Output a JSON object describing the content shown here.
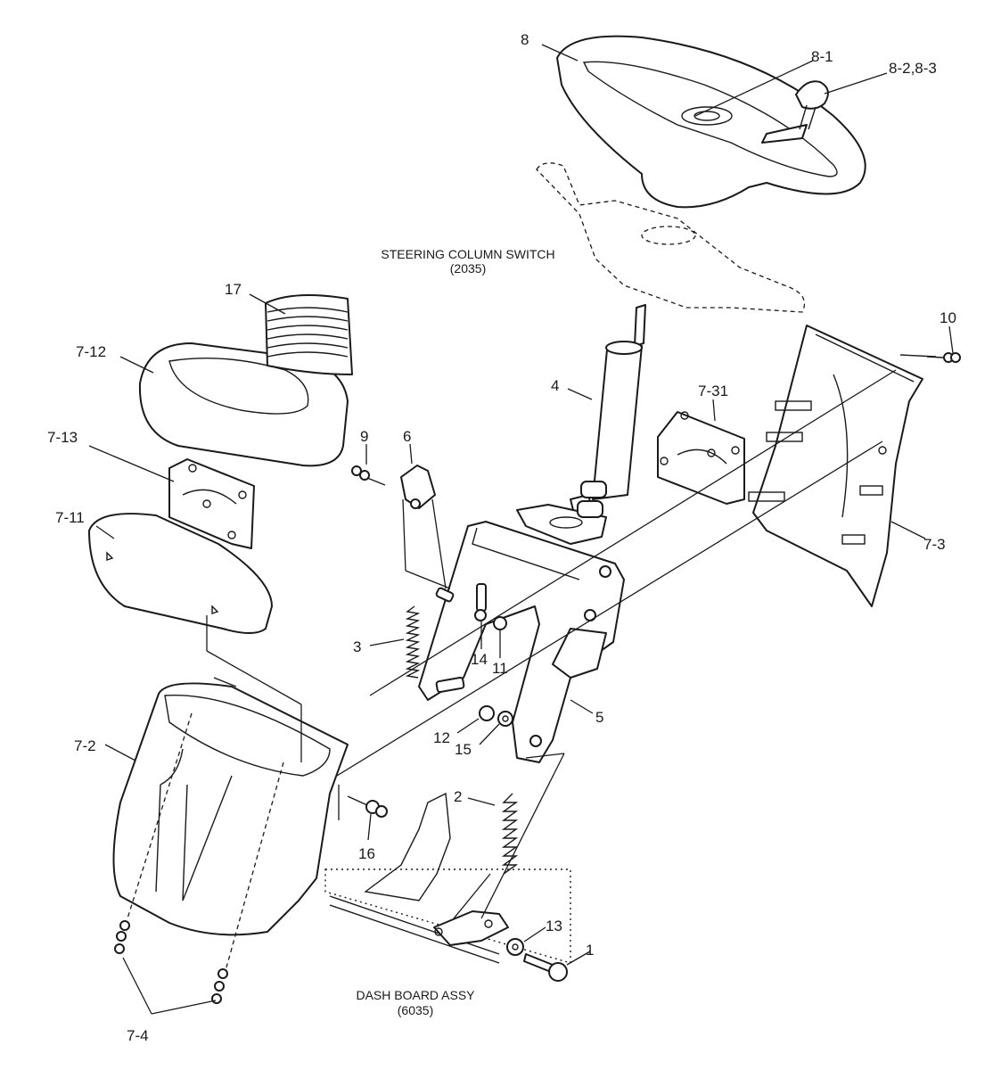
{
  "captions": {
    "column_switch_title": "STEERING COLUMN SWITCH",
    "column_switch_code": "(2035)",
    "dash_board_title": "DASH BOARD ASSY",
    "dash_board_code": "(6035)"
  },
  "callouts": {
    "p8": "8",
    "p8_1": "8-1",
    "p8_2_3": "8-2,8-3",
    "p10": "10",
    "p17": "17",
    "p7_12": "7-12",
    "p4": "4",
    "p7_31": "7-31",
    "p9": "9",
    "p6": "6",
    "p7_13": "7-13",
    "p7_11": "7-11",
    "p7_3": "7-3",
    "p3": "3",
    "p14": "14",
    "p11": "11",
    "p5": "5",
    "p12": "12",
    "p15": "15",
    "p7_2": "7-2",
    "p2": "2",
    "p16": "16",
    "p13": "13",
    "p1": "1",
    "p7_4": "7-4"
  }
}
